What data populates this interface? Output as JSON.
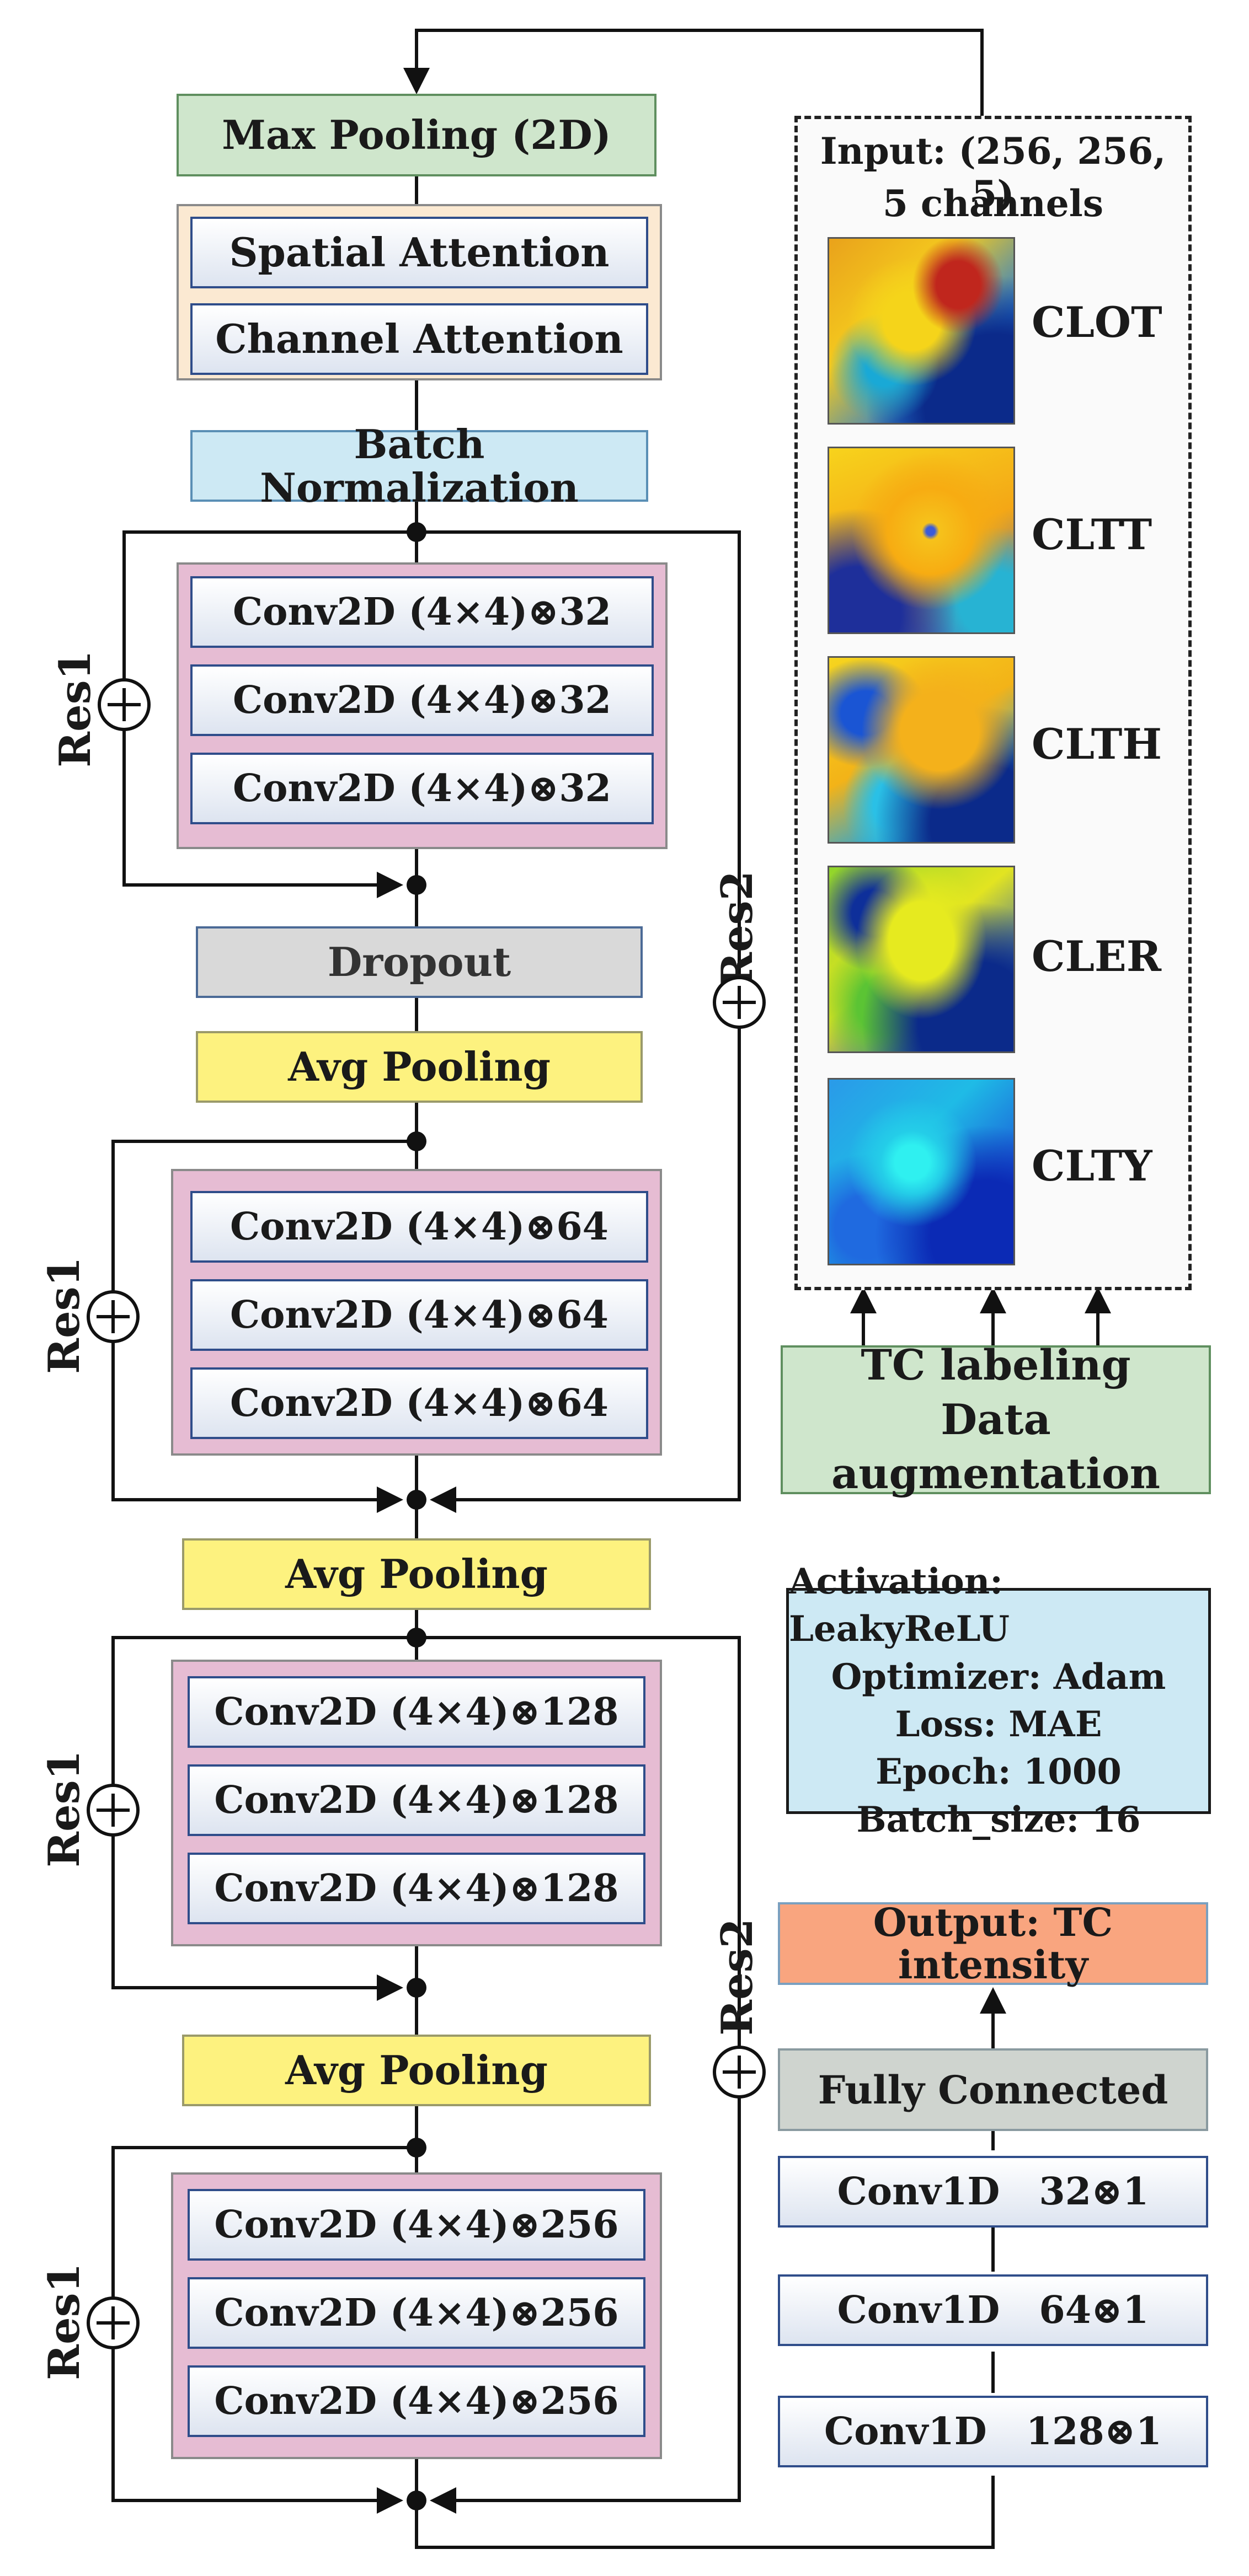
{
  "left_column": {
    "max_pooling": "Max Pooling (2D)",
    "spatial_attention": "Spatial Attention",
    "channel_attention": "Channel Attention",
    "batch_norm": "Batch Normalization",
    "block1_convs": [
      "Conv2D (4×4)⊗32",
      "Conv2D (4×4)⊗32",
      "Conv2D (4×4)⊗32"
    ],
    "dropout": "Dropout",
    "avg_pool_1": "Avg Pooling",
    "block2_convs": [
      "Conv2D (4×4)⊗64",
      "Conv2D (4×4)⊗64",
      "Conv2D (4×4)⊗64"
    ],
    "avg_pool_2": "Avg Pooling",
    "block3_convs": [
      "Conv2D (4×4)⊗128",
      "Conv2D (4×4)⊗128",
      "Conv2D (4×4)⊗128"
    ],
    "avg_pool_3": "Avg Pooling",
    "block4_convs": [
      "Conv2D (4×4)⊗256",
      "Conv2D (4×4)⊗256",
      "Conv2D (4×4)⊗256"
    ]
  },
  "residual_labels": {
    "res1": "Res1",
    "res2": "Res2"
  },
  "input_panel": {
    "title": "Input: (256, 256, 5)",
    "subtitle": "5 channels",
    "channels": [
      "CLOT",
      "CLTT",
      "CLTH",
      "CLER",
      "CLTY"
    ]
  },
  "preprocess": {
    "line1": "TC labeling",
    "line2": "Data augmentation"
  },
  "hyperparams": [
    "Activation: LeakyReLU",
    "Optimizer: Adam",
    "Loss: MAE",
    "Epoch: 1000",
    "Batch_size: 16"
  ],
  "output": "Output: TC intensity",
  "fully_connected": "Fully Connected",
  "conv1d": [
    "Conv1D   32⊗1",
    "Conv1D   64⊗1",
    "Conv1D   128⊗1"
  ]
}
